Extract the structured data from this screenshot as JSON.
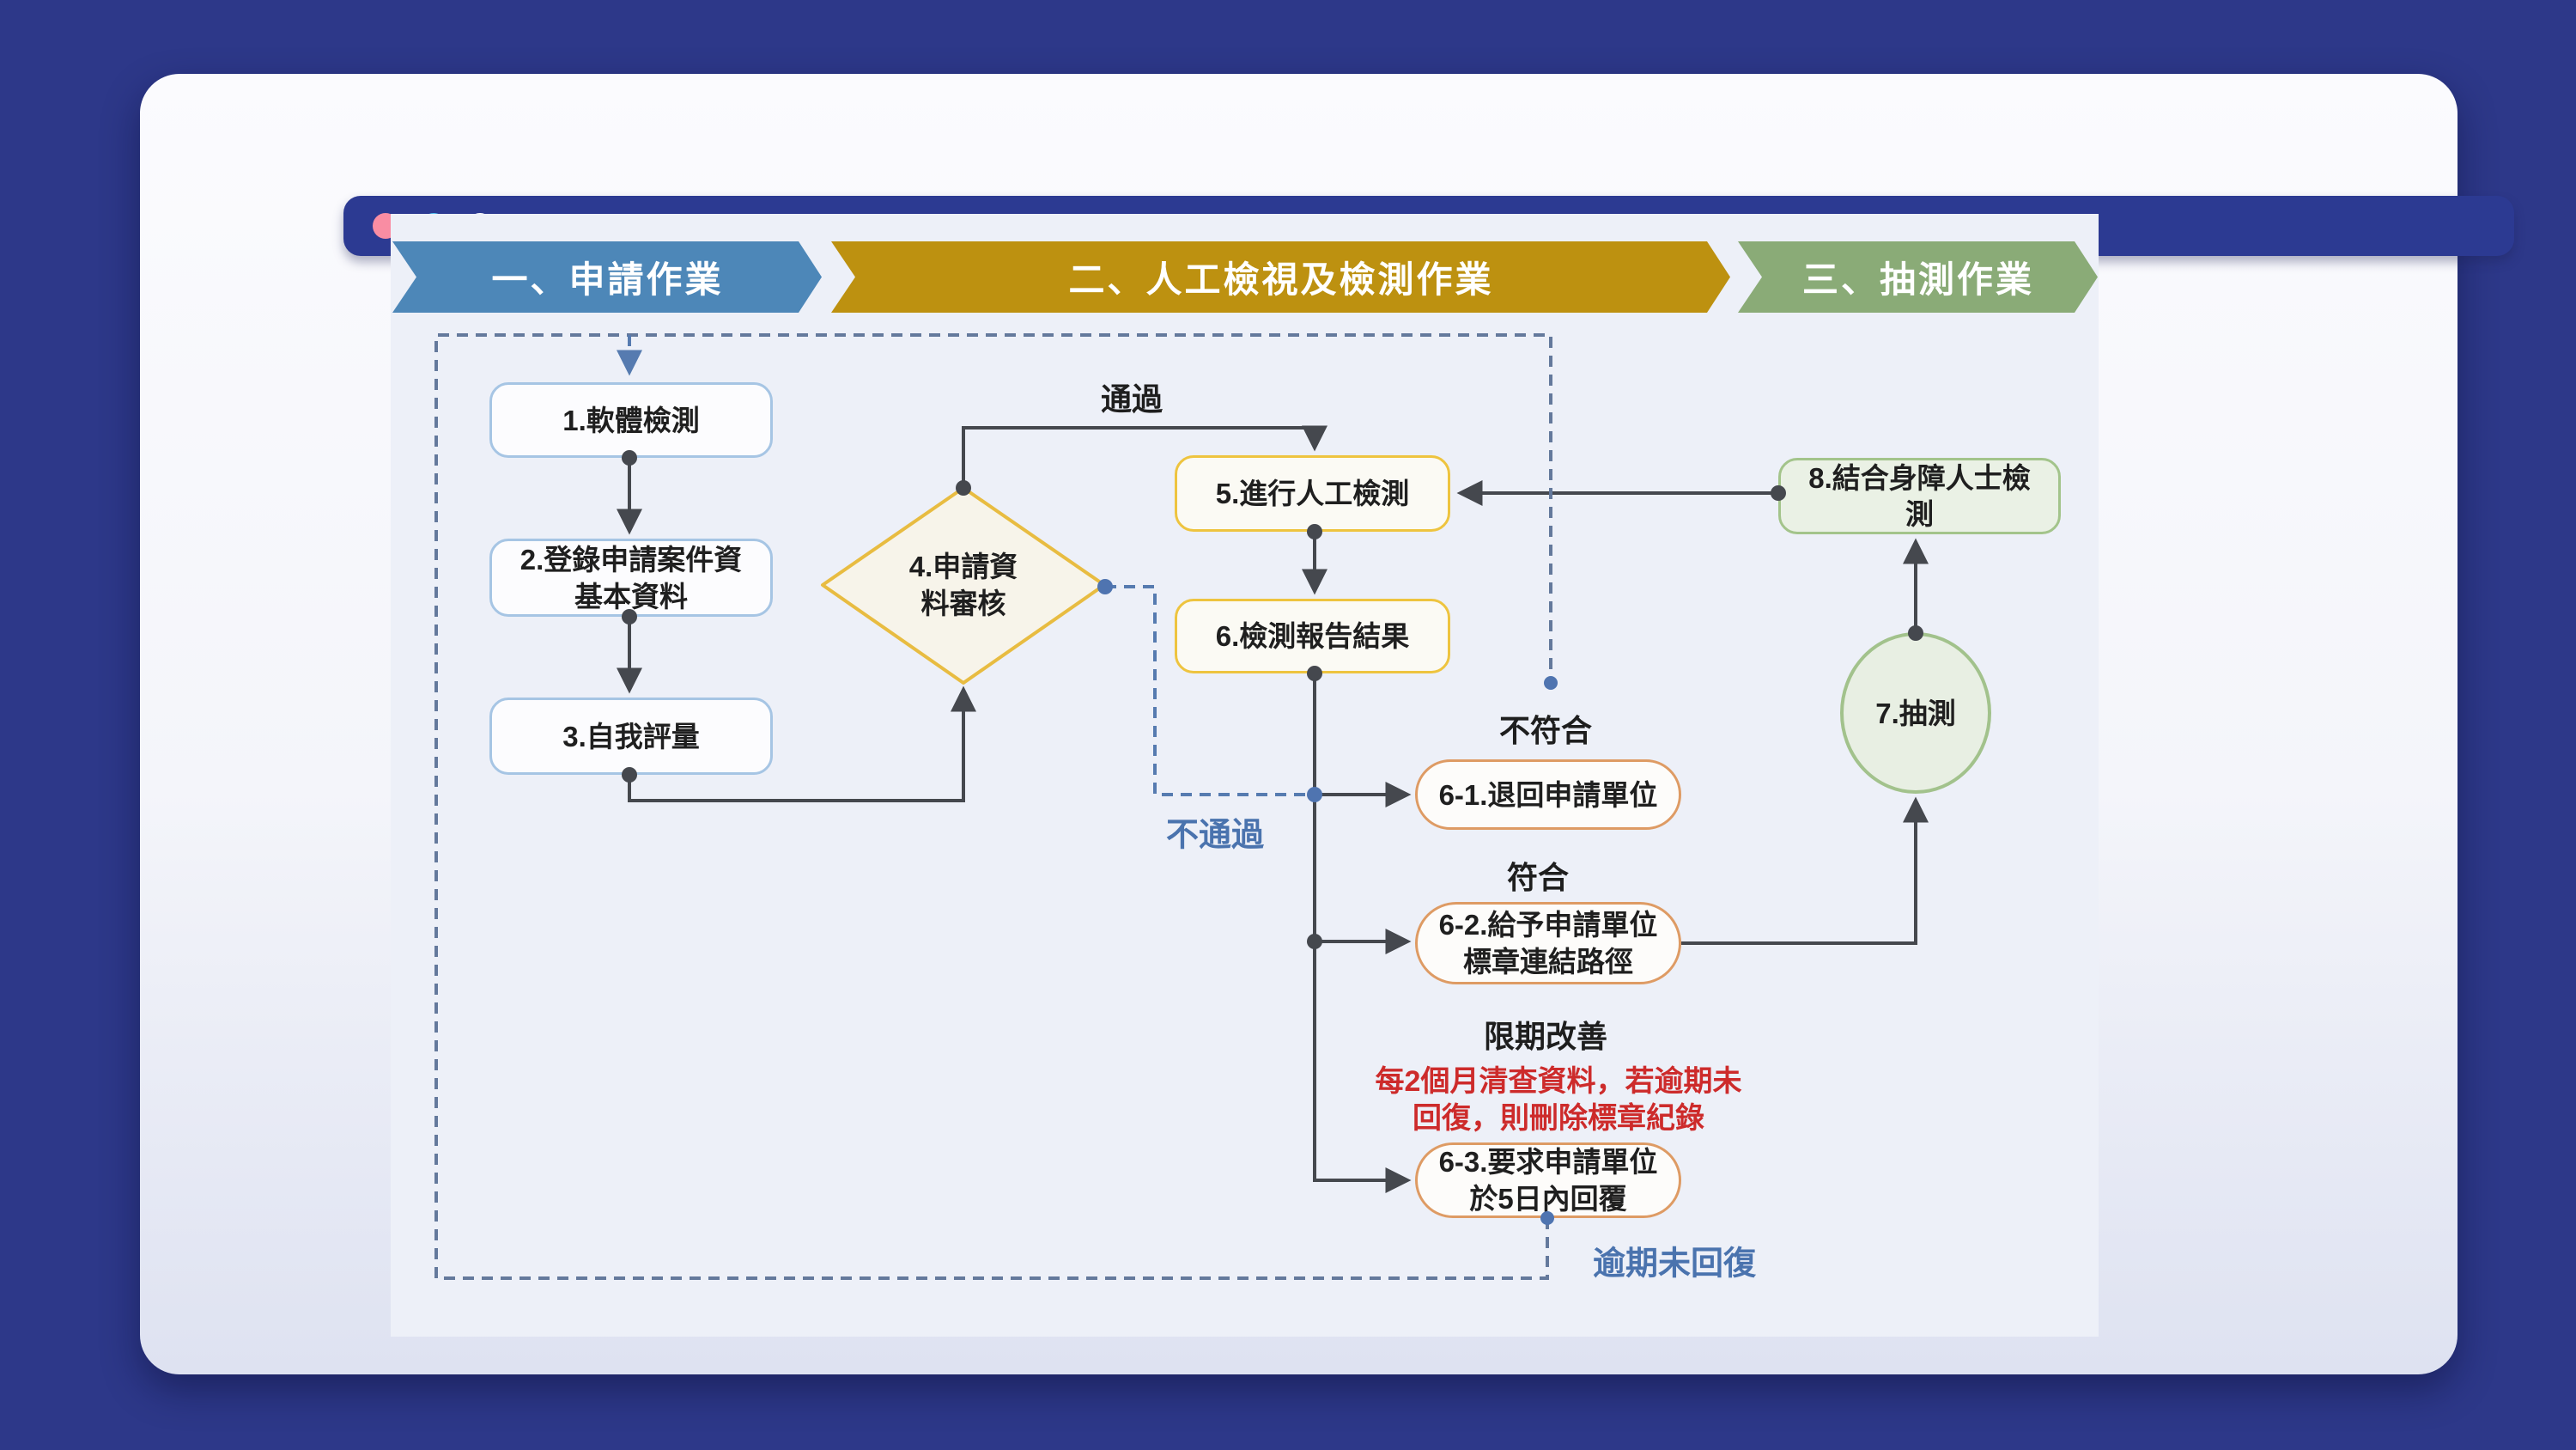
{
  "window": {
    "controls": [
      "close-dot",
      "minimize-dot",
      "maximize-dot"
    ],
    "control_colors": [
      "#f98da3",
      "#55c6f3",
      "#ffffff"
    ],
    "titlebar_color": "#2c3a92",
    "page_background": "#2d3889"
  },
  "banners": [
    {
      "label": "一、申請作業",
      "color": "#4d87b8"
    },
    {
      "label": "二、人工檢視及檢測作業",
      "color": "#bd9110"
    },
    {
      "label": "三、抽測作業",
      "color": "#8aab77"
    }
  ],
  "nodes": {
    "n1": {
      "label": "1.軟體檢測",
      "type": "process"
    },
    "n2": {
      "label": "2.登錄申請案件資\n基本資料",
      "type": "process"
    },
    "n3": {
      "label": "3.自我評量",
      "type": "process"
    },
    "n4": {
      "label": "4.申請資\n料審核",
      "type": "decision"
    },
    "n5": {
      "label": "5.進行人工檢測",
      "type": "process"
    },
    "n6": {
      "label": "6.檢測報告結果",
      "type": "process"
    },
    "n61": {
      "label": "6-1.退回申請單位",
      "type": "result"
    },
    "n62": {
      "label": "6-2.給予申請單位\n標章連結路徑",
      "type": "result"
    },
    "n63": {
      "label": "6-3.要求申請單位\n於5日內回覆",
      "type": "result"
    },
    "n7": {
      "label": "7.抽測",
      "type": "circle"
    },
    "n8": {
      "label": "8.結合身障人士檢\n測",
      "type": "process"
    }
  },
  "edge_labels": {
    "pass": "通過",
    "fail": "不通過",
    "noncompliant": "不符合",
    "compliant": "符合",
    "improve": "限期改善",
    "note": "每2個月清查資料，若逾期未\n回復，則刪除標章紀錄",
    "overdue": "逾期未回復"
  },
  "colors": {
    "solid_line": "#45484e",
    "dashed_line": "#567bb0",
    "frame_dashed": "#64799c",
    "label_blue": "#4a73ae",
    "note_red": "#cd2b2b",
    "border_blue": "#a6c5e4",
    "border_gold": "#eec43f",
    "border_green": "#a3c48b",
    "border_orange": "#de9b64"
  }
}
